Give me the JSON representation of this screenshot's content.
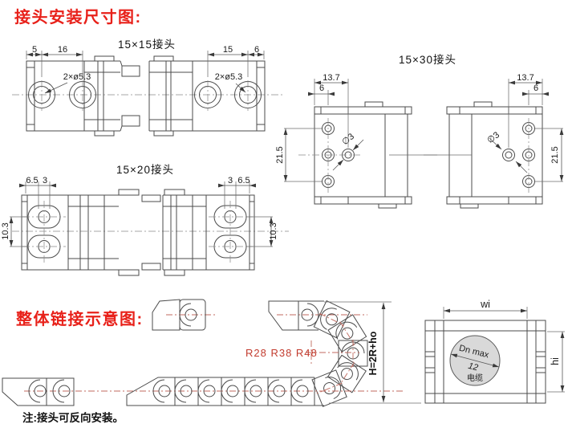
{
  "titles": {
    "install": "接头安装尺寸图:",
    "assembly": "整体链接示意图:"
  },
  "note": "注:接头可反向安装。",
  "sections": {
    "j15x15": {
      "label": "15×15接头",
      "dims": {
        "d5": "5",
        "d16": "16",
        "d15": "15",
        "d6": "6"
      },
      "hole_label": "2×ø5.3"
    },
    "j15x20": {
      "label": "15×20接头",
      "dims": {
        "d65": "6.5",
        "d3": "3",
        "d103": "10.3"
      }
    },
    "j15x30": {
      "label": "15×30接头",
      "dims": {
        "d137": "13.7",
        "d6": "6",
        "d215": "21.5"
      },
      "hole_label": "∅3"
    },
    "chain": {
      "bend_radii": "R28  R38  R48",
      "height_formula": "H=2R+ho"
    },
    "cross_section": {
      "width_label": "wi",
      "height_label": "hi",
      "cable_dia_label": "Dn max",
      "cable_dia_value": "12",
      "cable_label": "电缆"
    }
  },
  "colors": {
    "title_red": "#e8211a",
    "label_red": "#c23b2e",
    "centerline_red": "#c06a5f",
    "line_dark": "#4b4b4b",
    "circle_fill": "#d9d9d9"
  }
}
